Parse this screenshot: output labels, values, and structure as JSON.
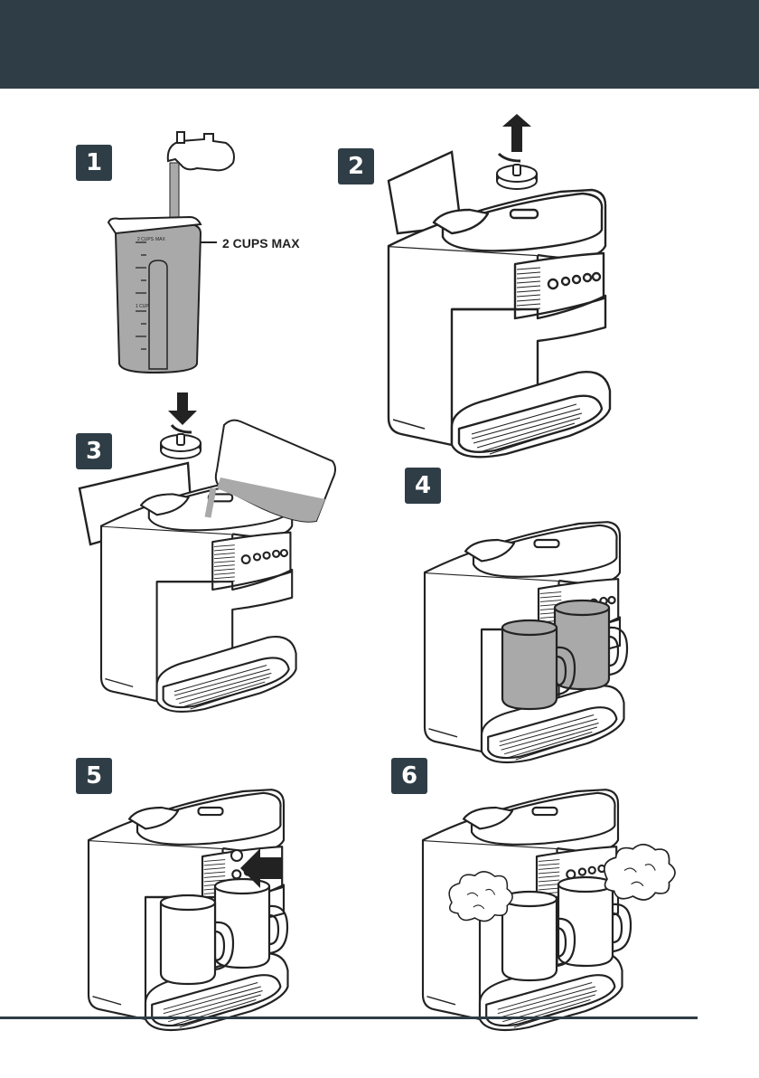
{
  "steps": [
    "1",
    "2",
    "3",
    "4",
    "5",
    "6"
  ],
  "step1": {
    "fill_label": "2 CUPS MAX",
    "jug_mark_top": "2 CUPS",
    "jug_mark_max": "MAX",
    "jug_mark_mid": "1 CUP"
  },
  "colors": {
    "header": "#2f3d46",
    "water": "#a9a9a9",
    "line": "#222222"
  },
  "icons": [
    "faucet-icon",
    "water-jug-icon",
    "espresso-machine-icon",
    "cap-rotate-arrow-icon",
    "press-button-arrow-icon",
    "steam-cloud-icon",
    "mug-icon"
  ]
}
